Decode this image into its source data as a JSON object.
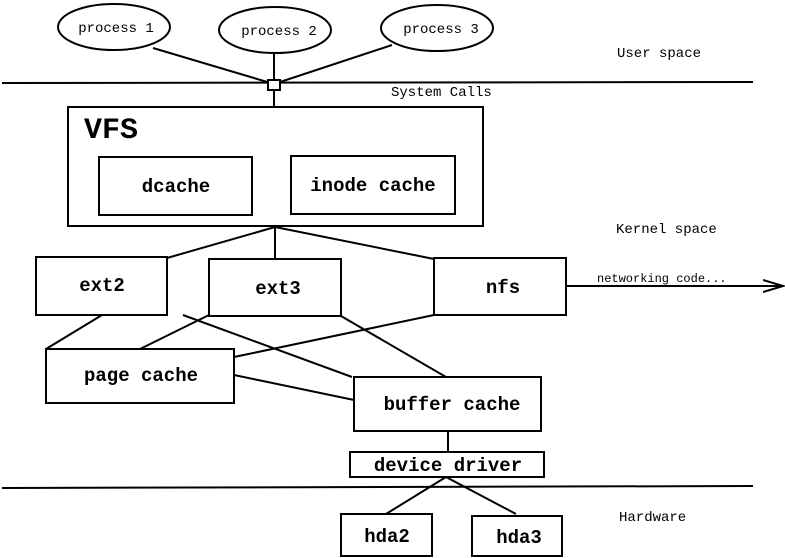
{
  "processes": [
    "process 1",
    "process 2",
    "process 3"
  ],
  "regions": {
    "user_space": "User space",
    "system_calls": "System Calls",
    "kernel_space": "Kernel space",
    "hardware": "Hardware"
  },
  "vfs": {
    "title": "VFS",
    "dcache": "dcache",
    "inode_cache": "inode cache"
  },
  "filesystems": {
    "ext2": "ext2",
    "ext3": "ext3",
    "nfs": "nfs"
  },
  "networking": "networking code...",
  "caches": {
    "page_cache": "page cache",
    "buffer_cache": "buffer cache"
  },
  "device_driver": "device driver",
  "disks": [
    "hda2",
    "hda3"
  ]
}
